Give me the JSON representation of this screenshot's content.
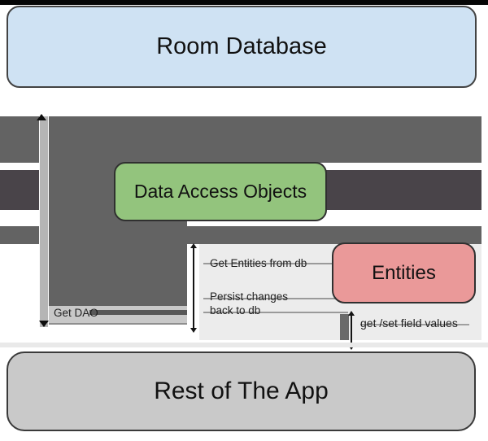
{
  "nodes": {
    "room_database": {
      "label": "Room Database",
      "fill": "#cfe2f3"
    },
    "data_access_objects": {
      "label": "Data Access Objects",
      "fill": "#93c47d"
    },
    "entities": {
      "label": "Entities",
      "fill": "#ea9999"
    },
    "rest_of_the_app": {
      "label": "Rest of The App",
      "fill": "#c9c9c9"
    }
  },
  "edges": {
    "get_dao": {
      "label": "Get DAO"
    },
    "get_entities": {
      "label": "Get Entities from db"
    },
    "persist_changes": {
      "label_line1": "Persist changes",
      "label_line2": "back to db"
    },
    "get_set_field_values": {
      "label": "get /set field values"
    }
  },
  "colors": {
    "top_bar": "#060606",
    "arrow_band_gray": "#636363",
    "arrow_band_dark": "#494449",
    "arrow_bar_light": "#b5b5b5",
    "panel_background": "#ececec",
    "canvas_background": "#ffffff"
  }
}
